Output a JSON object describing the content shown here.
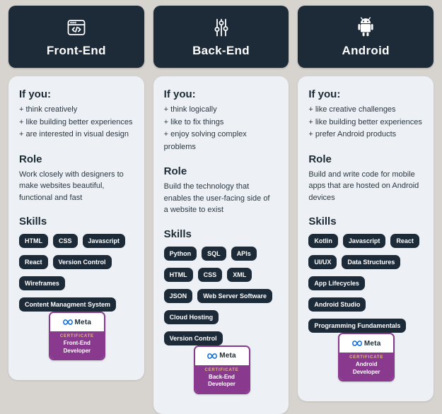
{
  "page": {
    "background": "#d7d4d0",
    "header_color": "#1d2b39",
    "card_color": "#edf1f6",
    "chip_color": "#1d2b39",
    "badge_purple": "#893a8e",
    "meta_blue": "#0668e1"
  },
  "columns": [
    {
      "title": "Front-End",
      "icon": "browser-code-icon",
      "if_you_heading": "If you:",
      "if_you": [
        "+ think creatively",
        "+ like building better experiences",
        "+ are interested in visual design"
      ],
      "role_heading": "Role",
      "role": "Work closely with designers to make websites beautiful, functional and fast",
      "skills_heading": "Skills",
      "skills": [
        "HTML",
        "CSS",
        "Javascript",
        "React",
        "Version Control",
        "Wireframes",
        "Content Managment System"
      ],
      "badge": {
        "brand": "Meta",
        "label": "CERTIFICATE",
        "title": "Front-End Developer"
      }
    },
    {
      "title": "Back-End",
      "icon": "sliders-icon",
      "if_you_heading": "If you:",
      "if_you": [
        "+ think logically",
        "+ like to fix things",
        "+ enjoy solving complex problems"
      ],
      "role_heading": "Role",
      "role": "Build the technology that enables the user-facing side of a website to exist",
      "skills_heading": "Skills",
      "skills": [
        "Python",
        "SQL",
        "APIs",
        "HTML",
        "CSS",
        "XML",
        "JSON",
        "Web Server Software",
        "Cloud Hosting",
        "Version Control"
      ],
      "badge": {
        "brand": "Meta",
        "label": "CERTIFICATE",
        "title": "Back-End Developer"
      }
    },
    {
      "title": "Android",
      "icon": "android-robot-icon",
      "if_you_heading": "If you:",
      "if_you": [
        "+ like creative challenges",
        "+ like building better experiences",
        "+ prefer Android products"
      ],
      "role_heading": "Role",
      "role": "Build and write code for mobile apps that are hosted on Android devices",
      "skills_heading": "Skills",
      "skills": [
        "Kotlin",
        "Javascript",
        "React",
        "UI/UX",
        "Data Structures",
        "App Lifecycles",
        "Android Studio",
        "Programming Fundamentals"
      ],
      "badge": {
        "brand": "Meta",
        "label": "CERTIFICATE",
        "title": "Android Developer"
      }
    }
  ]
}
